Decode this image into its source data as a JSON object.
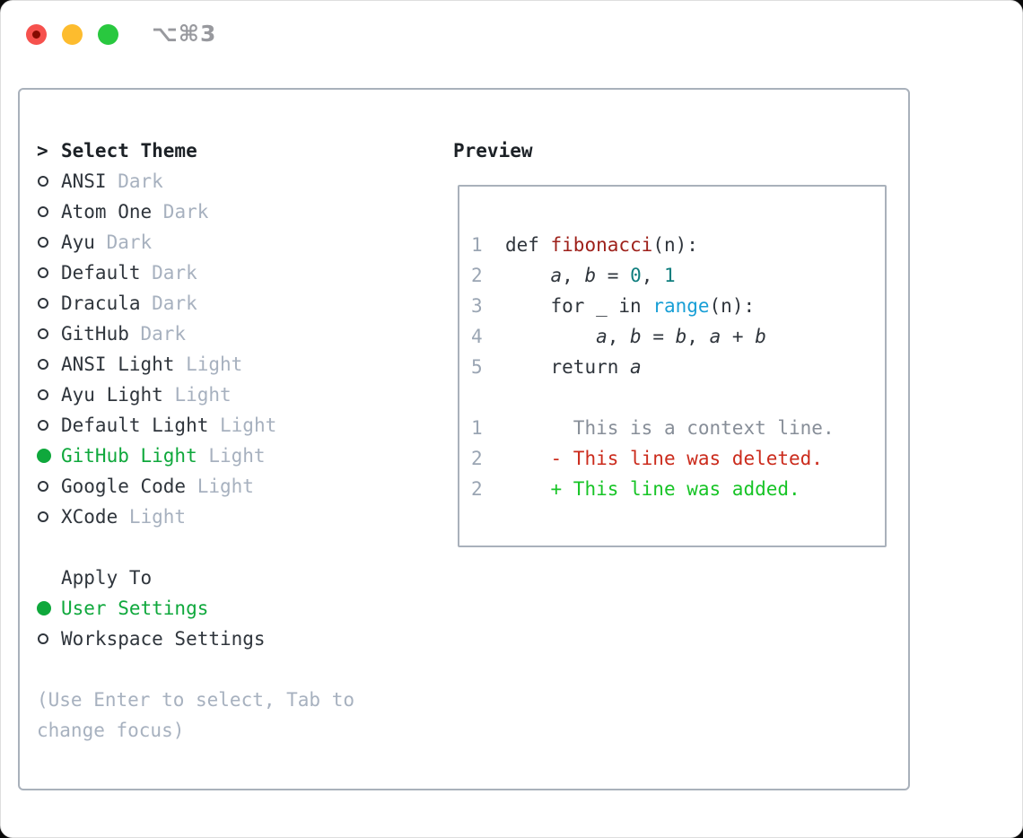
{
  "window": {
    "title": "⌥⌘3"
  },
  "theme_picker": {
    "cursor": ">",
    "header": "Select Theme",
    "items": [
      {
        "name": "ANSI",
        "variant": "Dark",
        "selected": false
      },
      {
        "name": "Atom One",
        "variant": "Dark",
        "selected": false
      },
      {
        "name": "Ayu",
        "variant": "Dark",
        "selected": false
      },
      {
        "name": "Default",
        "variant": "Dark",
        "selected": false
      },
      {
        "name": "Dracula",
        "variant": "Dark",
        "selected": false
      },
      {
        "name": "GitHub",
        "variant": "Dark",
        "selected": false
      },
      {
        "name": "ANSI Light",
        "variant": "Light",
        "selected": false
      },
      {
        "name": "Ayu Light",
        "variant": "Light",
        "selected": false
      },
      {
        "name": "Default Light",
        "variant": "Light",
        "selected": false
      },
      {
        "name": "GitHub Light",
        "variant": "Light",
        "selected": true
      },
      {
        "name": "Google Code",
        "variant": "Light",
        "selected": false
      },
      {
        "name": "XCode",
        "variant": "Light",
        "selected": false
      }
    ],
    "apply_to": {
      "header": "Apply To",
      "options": [
        {
          "name": "User Settings",
          "selected": true
        },
        {
          "name": "Workspace Settings",
          "selected": false
        }
      ]
    },
    "hint": "(Use Enter to select, Tab to change focus)"
  },
  "preview": {
    "header": "Preview",
    "lines": [
      {
        "num": "1",
        "tokens": [
          {
            "t": "  def ",
            "s": "plain"
          },
          {
            "t": "fibonacci",
            "s": "func"
          },
          {
            "t": "(n):",
            "s": "plain"
          }
        ]
      },
      {
        "num": "2",
        "tokens": [
          {
            "t": "      ",
            "s": "plain"
          },
          {
            "t": "a",
            "s": "var"
          },
          {
            "t": ", ",
            "s": "plain"
          },
          {
            "t": "b",
            "s": "var"
          },
          {
            "t": " = ",
            "s": "plain"
          },
          {
            "t": "0",
            "s": "number"
          },
          {
            "t": ", ",
            "s": "plain"
          },
          {
            "t": "1",
            "s": "number"
          }
        ]
      },
      {
        "num": "3",
        "tokens": [
          {
            "t": "      for _ in ",
            "s": "plain"
          },
          {
            "t": "range",
            "s": "builtin"
          },
          {
            "t": "(n):",
            "s": "plain"
          }
        ]
      },
      {
        "num": "4",
        "tokens": [
          {
            "t": "          ",
            "s": "plain"
          },
          {
            "t": "a",
            "s": "var"
          },
          {
            "t": ", ",
            "s": "plain"
          },
          {
            "t": "b",
            "s": "var"
          },
          {
            "t": " = ",
            "s": "plain"
          },
          {
            "t": "b",
            "s": "var"
          },
          {
            "t": ", ",
            "s": "plain"
          },
          {
            "t": "a",
            "s": "var"
          },
          {
            "t": " + ",
            "s": "plain"
          },
          {
            "t": "b",
            "s": "var"
          }
        ]
      },
      {
        "num": "5",
        "tokens": [
          {
            "t": "      return ",
            "s": "plain"
          },
          {
            "t": "a",
            "s": "var"
          }
        ]
      },
      {
        "num": "",
        "tokens": []
      },
      {
        "num": "1",
        "tokens": [
          {
            "t": "        This is a context line.",
            "s": "context"
          }
        ]
      },
      {
        "num": "2",
        "tokens": [
          {
            "t": "      - This line was deleted.",
            "s": "deleted"
          }
        ]
      },
      {
        "num": "2",
        "tokens": [
          {
            "t": "      + This line was added.",
            "s": "added"
          }
        ]
      }
    ]
  },
  "colors": {
    "text_black": "#1c2126",
    "text_dark": "#2f353c",
    "muted_gray": "#a7b1bf",
    "line_number": "#9aa5b3",
    "context_gray": "#878e98",
    "accent_green": "#0fa83c",
    "added_green": "#17c426",
    "deleted_red": "#cb2b1c",
    "function_red": "#9e211b",
    "number_teal": "#0f7e7e",
    "builtin_blue": "#189fd6",
    "border_gray": "#a9b1bb",
    "title_gray": "#98999e",
    "tl_red": "#f6514d",
    "tl_red_dot": "#850b01",
    "tl_yellow": "#fdbc2e",
    "tl_green": "#29c83f"
  }
}
